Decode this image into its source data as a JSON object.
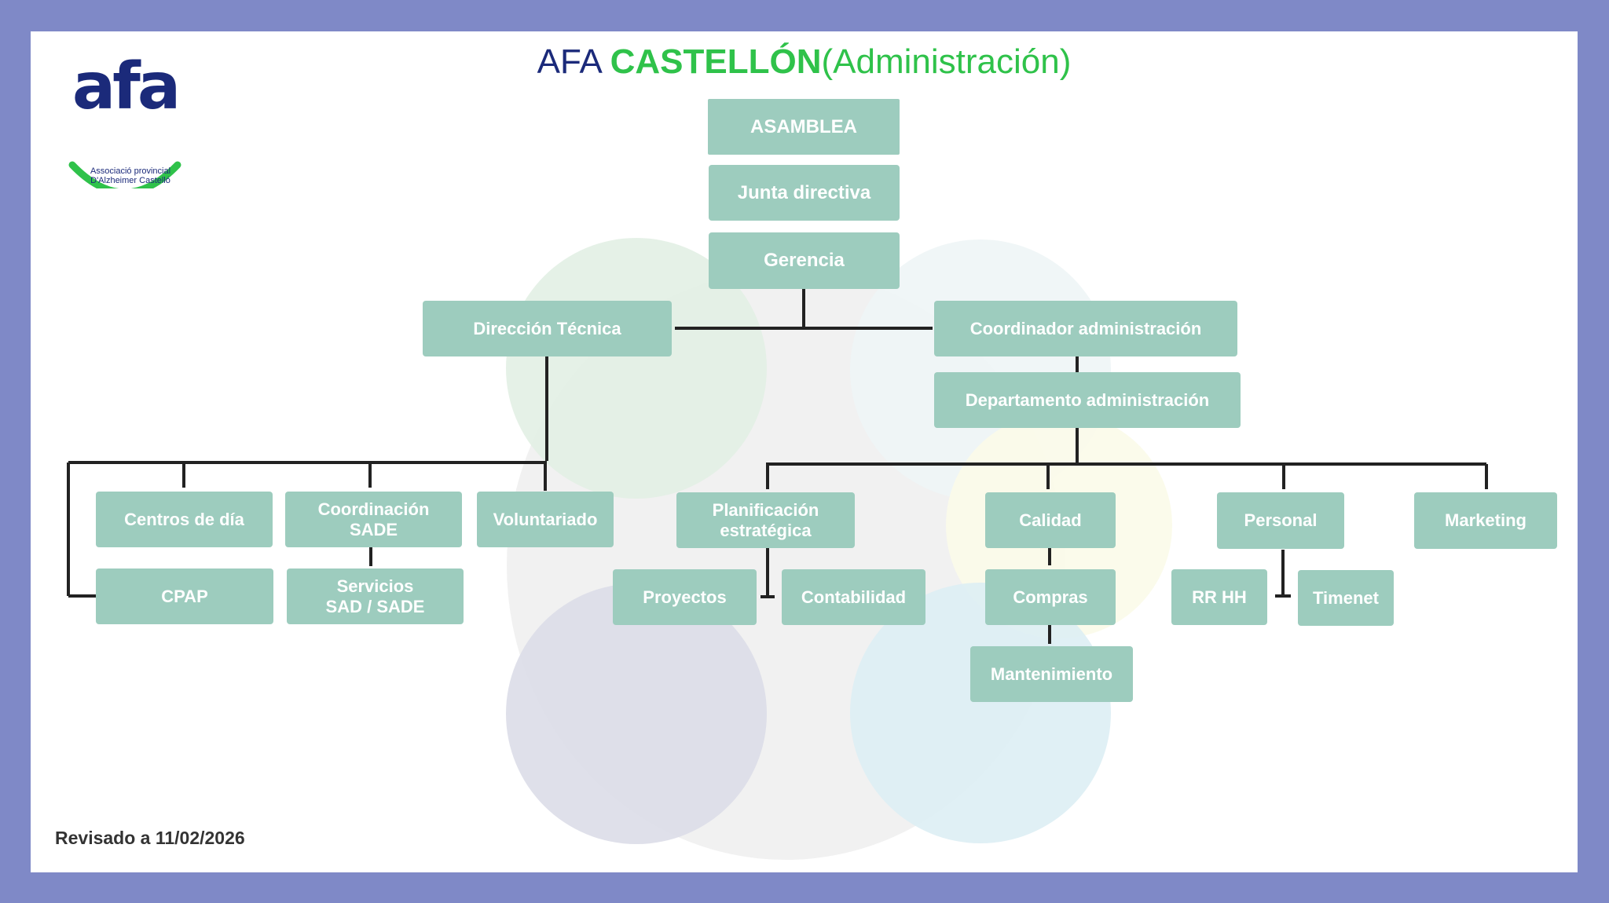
{
  "title": {
    "part1": "AFA ",
    "part2": "CASTELLÓN",
    "part3": "(Administración)"
  },
  "logo": {
    "word": "afa",
    "subtitle": "Associació provincial\nD'Alzheimer Castelló"
  },
  "colors": {
    "background": "#7f89c7",
    "box": "#9dccbe",
    "box_text": "#ffffff",
    "title_blue": "#1b2a7a",
    "title_green": "#2fc24a",
    "line": "#222222"
  },
  "org": {
    "asamblea": "ASAMBLEA",
    "junta": "Junta directiva",
    "gerencia": "Gerencia",
    "direccion_tecnica": "Dirección Técnica",
    "coordinador_admin": "Coordinador administración",
    "departamento_admin": "Departamento administración",
    "centros_dia": "Centros de día",
    "coordinacion_sade": "Coordinación\nSADE",
    "voluntariado": "Voluntariado",
    "cpap": "CPAP",
    "servicios": "Servicios\nSAD / SADE",
    "planificacion": "Planificación\nestratégica",
    "proyectos": "Proyectos",
    "contabilidad": "Contabilidad",
    "calidad": "Calidad",
    "compras": "Compras",
    "mantenimiento": "Mantenimiento",
    "personal": "Personal",
    "rrhh": "RR HH",
    "timenet": "Timenet",
    "marketing": "Marketing"
  },
  "footer": {
    "revised": "Revisado a 11/02/2026"
  }
}
